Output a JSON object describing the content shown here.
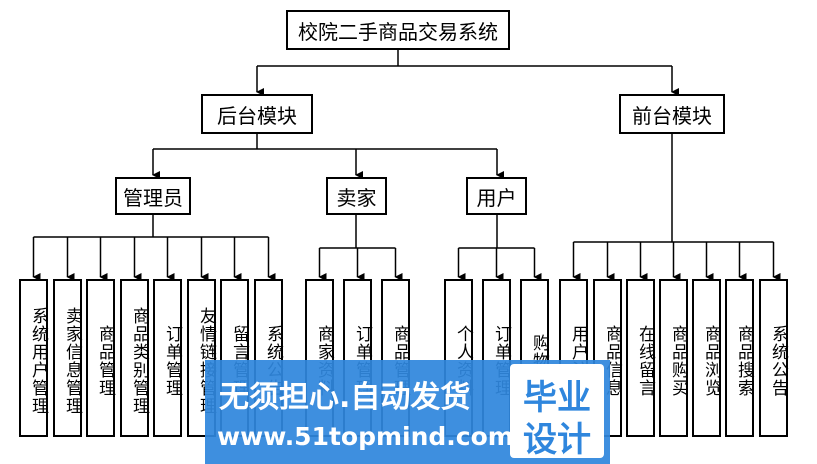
{
  "diagram": {
    "root": "校院二手商品交易系统",
    "modules": {
      "backend": "后台模块",
      "frontend": "前台模块"
    },
    "roles": {
      "admin": "管理员",
      "seller": "卖家",
      "user": "用户"
    },
    "admin_items": [
      "系统用户管理",
      "卖家信息管理",
      "商品管理",
      "商品类别管理",
      "订单管理",
      "友情链接管理",
      "留言管理",
      "系统公告"
    ],
    "seller_items": [
      "商家资料",
      "订单管理",
      "商品管理"
    ],
    "user_items": [
      "个人资料",
      "订单管理",
      "购物车"
    ],
    "frontend_items": [
      "用户注册",
      "商品信息",
      "在线留言",
      "商品购买",
      "商品浏览",
      "商品搜索",
      "系统公告"
    ]
  },
  "watermark": {
    "slogan": "无须担心.自动发货",
    "url": "www.51topmind.com",
    "logo_line1": "毕业",
    "logo_line2": "设计"
  }
}
